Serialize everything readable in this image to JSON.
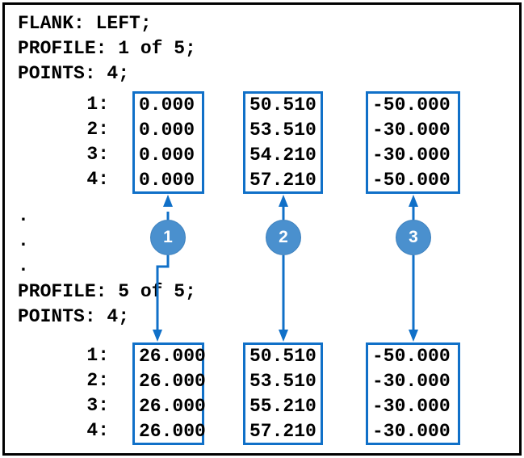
{
  "colors": {
    "accent_blue": "#1070C8",
    "badge_blue": "#4A90CE",
    "frame_black": "#000000",
    "text_black": "#000000",
    "background": "#FFFFFF"
  },
  "listing": {
    "flank_line": "FLANK: LEFT;",
    "profile_first_line": "PROFILE: 1 of 5;",
    "points_first_line": "POINTS: 4;",
    "ellipsis": [
      ".",
      ".",
      "."
    ],
    "profile_last_line": "PROFILE: 5 of 5;",
    "points_last_line": "POINTS: 4;",
    "row_labels": [
      "1:",
      "2:",
      "3:",
      "4:"
    ]
  },
  "blocks": {
    "first_profile": {
      "column1": [
        "0.000",
        "0.000",
        "0.000",
        "0.000"
      ],
      "column2": [
        "50.510",
        "53.510",
        "54.210",
        "57.210"
      ],
      "column3": [
        "-50.000",
        "-30.000",
        "-30.000",
        "-50.000"
      ]
    },
    "last_profile": {
      "column1": [
        "26.000",
        "26.000",
        "26.000",
        "26.000"
      ],
      "column2": [
        "50.510",
        "53.510",
        "55.210",
        "57.210"
      ],
      "column3": [
        "-50.000",
        "-30.000",
        "-30.000",
        "-30.000"
      ]
    }
  },
  "callouts": [
    {
      "label": "1"
    },
    {
      "label": "2"
    },
    {
      "label": "3"
    }
  ]
}
